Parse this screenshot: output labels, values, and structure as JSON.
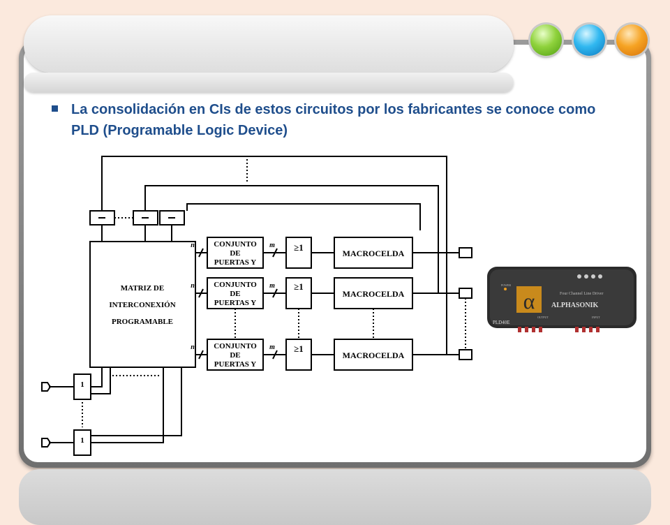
{
  "slide": {
    "bullet_text": "La consolidación en CIs de estos circuitos por los fabricantes se conoce como PLD (Programable Logic Device)"
  },
  "diagram": {
    "matrix_lines": [
      "MATRIZ DE",
      "INTERCONEXIÓN",
      "PROGRAMABLE"
    ],
    "gate_lines": [
      "CONJUNTO",
      "DE",
      "PUERTAS Y"
    ],
    "or_label": "≥1",
    "macro_label": "MACROCELDA",
    "bus_n": "n",
    "bus_m": "m",
    "and_label": "1"
  },
  "device": {
    "model": "PLD40E",
    "power": "POWER",
    "brand": "ALPHASONIK",
    "caption": "Four Channel Line Driver",
    "logo": "α",
    "output": "OUTPUT",
    "input": "INPUT"
  },
  "colors": {
    "title_text": "#1f4e8c",
    "device_body": "#2b2b2b"
  }
}
